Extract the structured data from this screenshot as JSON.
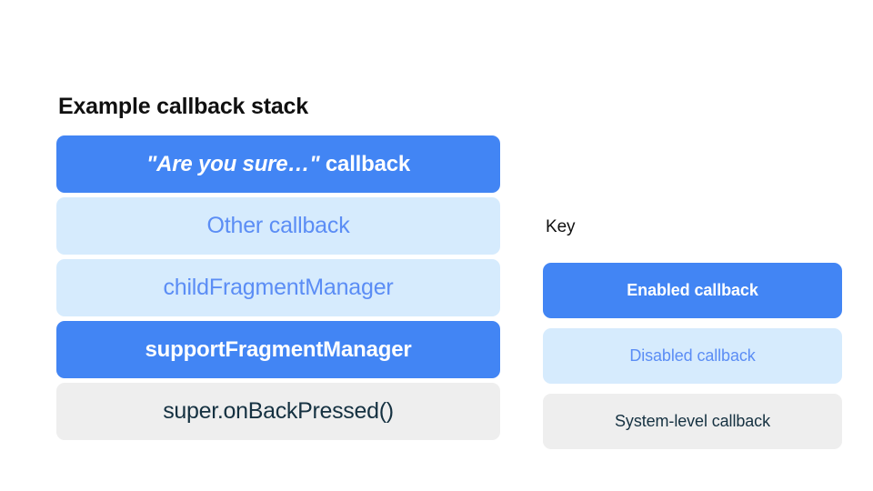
{
  "diagram": {
    "background_color": "#FFFFFF",
    "colors": {
      "enabled_fill": "#4285F4",
      "enabled_text": "#FFFFFF",
      "disabled_fill": "#D6EBFD",
      "disabled_text": "#5B8DF5",
      "system_fill": "#EEEEEE",
      "system_text": "#153141",
      "heading_text": "#101010"
    }
  },
  "stack": {
    "title": "Example callback stack",
    "items": [
      {
        "label": "\"Are you sure…\" callback",
        "emphasis_text": "\"Are you sure…\"",
        "plain_text": " callback",
        "state": "enabled"
      },
      {
        "label": "Other callback",
        "state": "disabled"
      },
      {
        "label": "childFragmentManager",
        "state": "disabled"
      },
      {
        "label": "supportFragmentManager",
        "state": "enabled"
      },
      {
        "label": "super.onBackPressed()",
        "state": "system"
      }
    ]
  },
  "key": {
    "title": "Key",
    "items": [
      {
        "label": "Enabled callback",
        "state": "enabled"
      },
      {
        "label": "Disabled callback",
        "state": "disabled"
      },
      {
        "label": "System-level callback",
        "state": "system"
      }
    ]
  }
}
